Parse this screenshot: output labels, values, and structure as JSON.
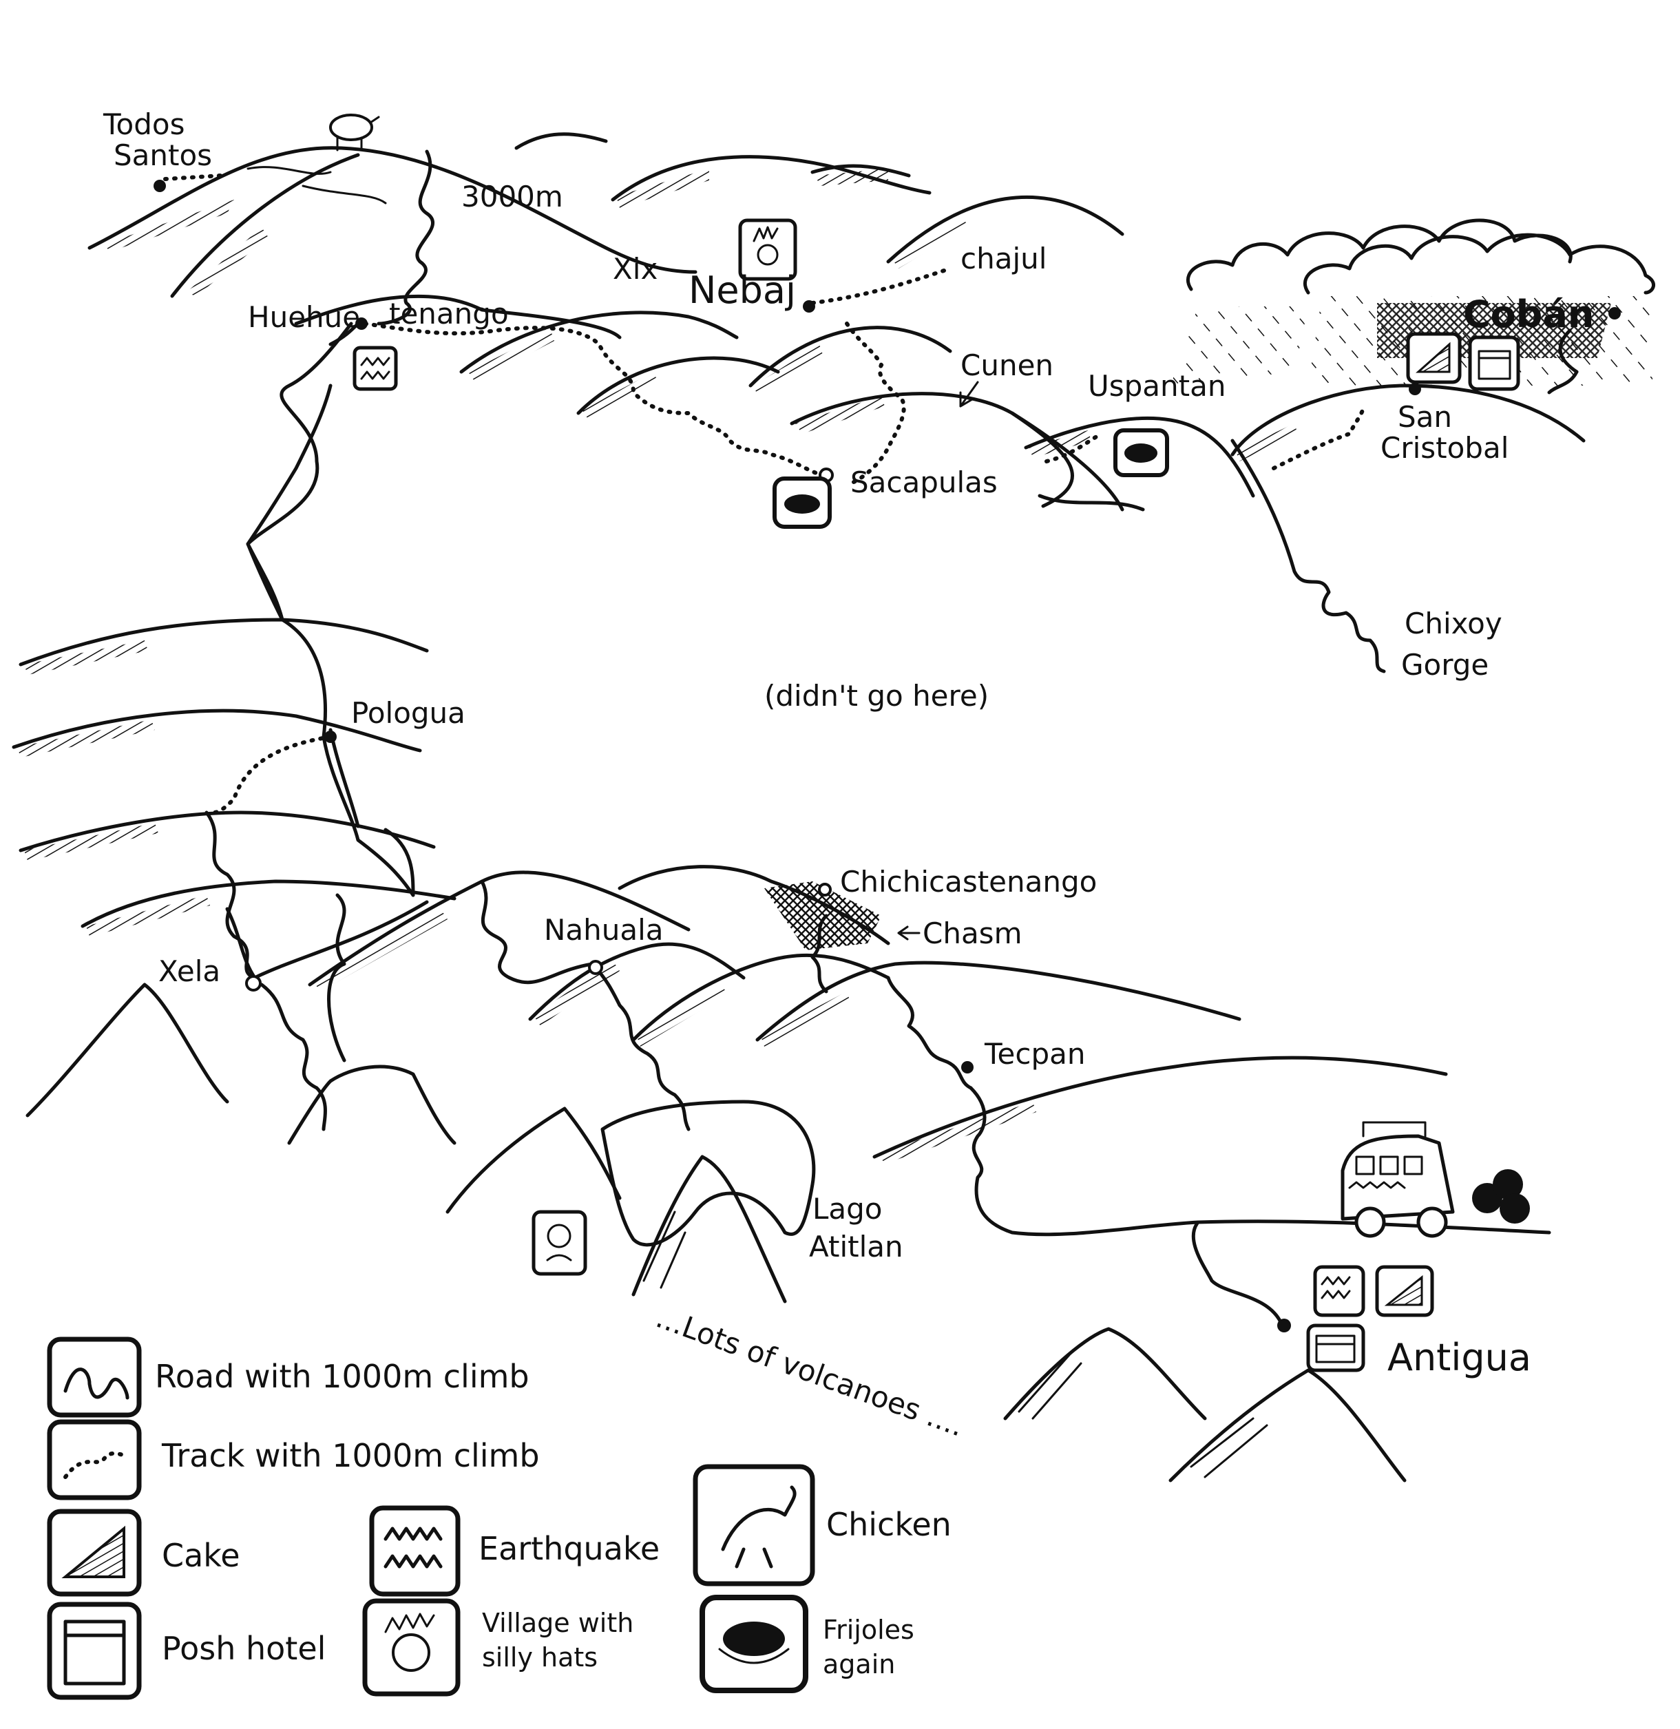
{
  "places": {
    "todos_santos_1": "Todos",
    "todos_santos_2": "Santos",
    "altitude": "3000m",
    "huehue": "Huehue",
    "tenango": "tenango",
    "xix": "Xix",
    "nebaj": "Nebaj",
    "chajul": "chajul",
    "cunen": "Cunen",
    "uspantan": "Uspantan",
    "coban": "Cobán",
    "san_cristobal_1": "San",
    "san_cristobal_2": "Cristobal",
    "sacapulas": "Sacapulas",
    "chixoy_1": "Chixoy",
    "chixoy_2": "Gorge",
    "didnt_go": "(didn't go here)",
    "pologua": "Pologua",
    "chichicastenango": "Chichicastenango",
    "chasm": "Chasm",
    "nahuala": "Nahuala",
    "xela": "Xela",
    "tecpan": "Tecpan",
    "lago_1": "Lago",
    "lago_2": "Atitlan",
    "antigua": "Antigua",
    "volcanoes": "...Lots of volcanoes ...."
  },
  "legend": {
    "road": "Road with 1000m climb",
    "track": "Track with 1000m climb",
    "cake": "Cake",
    "earthquake": "Earthquake",
    "chicken": "Chicken",
    "posh_hotel": "Posh hotel",
    "village_1": "Village with",
    "village_2": "silly hats",
    "frijoles_1": "Frijoles",
    "frijoles_2": "again"
  },
  "icons": {
    "road": "road-icon",
    "track": "track-icon",
    "cake": "cake-icon",
    "earthquake": "earthquake-icon",
    "chicken": "chicken-icon",
    "posh_hotel": "posh-hotel-icon",
    "village": "silly-hats-icon",
    "frijoles": "frijoles-icon"
  }
}
